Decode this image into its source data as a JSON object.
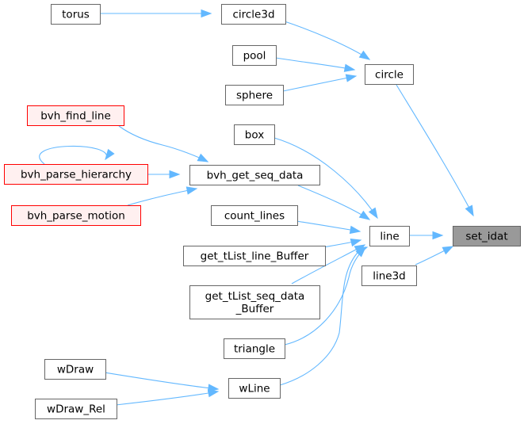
{
  "colors": {
    "edge": "#63b8ff",
    "node_fill": "#ffffff",
    "node_border": "#666666",
    "focus_fill": "#999999",
    "focus_border": "#666666",
    "truncated_fill": "#fff0f0",
    "truncated_border": "#ff0000"
  },
  "graph": {
    "nodes": [
      {
        "id": "set_idat",
        "label": "set_idat",
        "style": "focus"
      },
      {
        "id": "circle",
        "label": "circle",
        "style": "normal"
      },
      {
        "id": "line",
        "label": "line",
        "style": "normal"
      },
      {
        "id": "line3d",
        "label": "line3d",
        "style": "normal"
      },
      {
        "id": "circle3d",
        "label": "circle3d",
        "style": "normal"
      },
      {
        "id": "pool",
        "label": "pool",
        "style": "normal"
      },
      {
        "id": "sphere",
        "label": "sphere",
        "style": "normal"
      },
      {
        "id": "torus",
        "label": "torus",
        "style": "normal"
      },
      {
        "id": "box",
        "label": "box",
        "style": "normal"
      },
      {
        "id": "bvh_get_seq_data",
        "label": "bvh_get_seq_data",
        "style": "normal"
      },
      {
        "id": "count_lines",
        "label": "count_lines",
        "style": "normal"
      },
      {
        "id": "get_tList_line_Buffer",
        "label": "get_tList_line_Buffer",
        "style": "normal"
      },
      {
        "id": "get_tList_seq_data_Buffer",
        "label": "get_tList_seq_data\n_Buffer",
        "style": "normal"
      },
      {
        "id": "triangle",
        "label": "triangle",
        "style": "normal"
      },
      {
        "id": "wLine",
        "label": "wLine",
        "style": "normal"
      },
      {
        "id": "bvh_find_line",
        "label": "bvh_find_line",
        "style": "truncated"
      },
      {
        "id": "bvh_parse_hierarchy",
        "label": "bvh_parse_hierarchy",
        "style": "truncated"
      },
      {
        "id": "bvh_parse_motion",
        "label": "bvh_parse_motion",
        "style": "truncated"
      },
      {
        "id": "wDraw",
        "label": "wDraw",
        "style": "normal"
      },
      {
        "id": "wDraw_Rel",
        "label": "wDraw_Rel",
        "style": "normal"
      }
    ],
    "edges": [
      {
        "from": "circle",
        "to": "set_idat"
      },
      {
        "from": "line",
        "to": "set_idat"
      },
      {
        "from": "line3d",
        "to": "set_idat"
      },
      {
        "from": "circle3d",
        "to": "circle"
      },
      {
        "from": "pool",
        "to": "circle"
      },
      {
        "from": "sphere",
        "to": "circle"
      },
      {
        "from": "torus",
        "to": "circle3d"
      },
      {
        "from": "box",
        "to": "line"
      },
      {
        "from": "bvh_get_seq_data",
        "to": "line"
      },
      {
        "from": "count_lines",
        "to": "line"
      },
      {
        "from": "get_tList_line_Buffer",
        "to": "line"
      },
      {
        "from": "get_tList_seq_data_Buffer",
        "to": "line"
      },
      {
        "from": "triangle",
        "to": "line"
      },
      {
        "from": "wLine",
        "to": "line"
      },
      {
        "from": "bvh_find_line",
        "to": "bvh_get_seq_data"
      },
      {
        "from": "bvh_parse_hierarchy",
        "to": "bvh_get_seq_data"
      },
      {
        "from": "bvh_parse_motion",
        "to": "bvh_get_seq_data"
      },
      {
        "from": "bvh_parse_hierarchy",
        "to": "bvh_parse_hierarchy"
      },
      {
        "from": "wDraw",
        "to": "wLine"
      },
      {
        "from": "wDraw_Rel",
        "to": "wLine"
      }
    ]
  }
}
